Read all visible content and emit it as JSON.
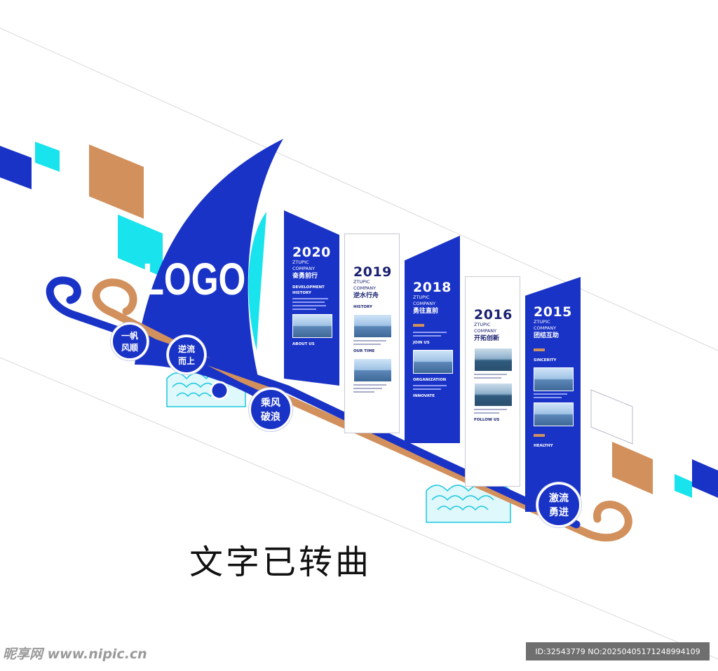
{
  "colors": {
    "blue": "#1a33c7",
    "cyan": "#19e3ec",
    "tan": "#d2905c",
    "white": "#ffffff"
  },
  "logo": "LOGO",
  "circles": [
    {
      "text": "一帆\n风顺"
    },
    {
      "text": "逆流\n而上"
    },
    {
      "text": "乘风\n破浪"
    },
    {
      "text": "激流\n勇进"
    }
  ],
  "panels": [
    {
      "year": "2020",
      "company": "ZTUPIC COMPANY",
      "slogan": "奋勇前行",
      "sections": [
        "DEVELOPMENT HISTORY",
        "ABOUT US"
      ],
      "style": "blue"
    },
    {
      "year": "2019",
      "company": "ZTUPIC COMPANY",
      "slogan": "逆水行舟",
      "sections": [
        "HISTORY",
        "OUR TIME"
      ],
      "style": "white"
    },
    {
      "year": "2018",
      "company": "ZTUPIC COMPANY",
      "slogan": "勇往直前",
      "sections": [
        "JOIN US",
        "ORGANIZATION",
        "INNOVATE"
      ],
      "style": "blue"
    },
    {
      "year": "2016",
      "company": "ZTUPIC COMPANY",
      "slogan": "开拓创新",
      "sections": [
        "FOLLOW US"
      ],
      "style": "white"
    },
    {
      "year": "2015",
      "company": "ZTUPIC COMPANY",
      "slogan": "团结互助",
      "sections": [
        "SINCERITY",
        "HEALTHY"
      ],
      "style": "blue"
    }
  ],
  "caption": "文字已转曲",
  "watermark": {
    "site": "昵享网 www.nipic.cn",
    "id": "ID:32543779 NO:20250405171248994109"
  }
}
